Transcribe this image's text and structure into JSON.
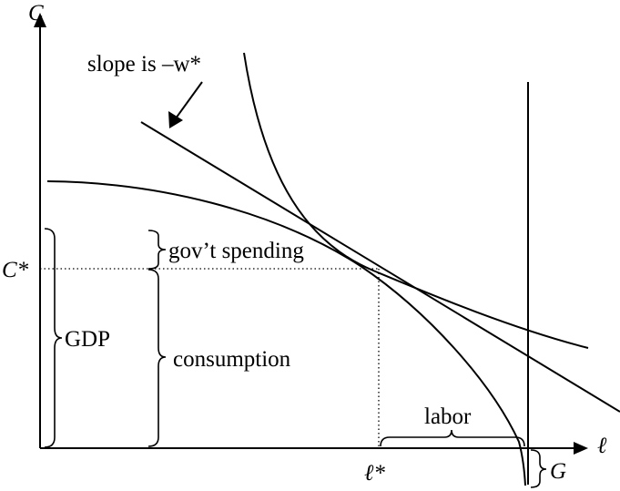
{
  "axes": {
    "y_label": "C",
    "x_label": "ℓ"
  },
  "annotations": {
    "slope_label": "slope is –w*",
    "c_star": "C*",
    "l_star": "ℓ*",
    "gov_spending": "gov’t spending",
    "gdp": "GDP",
    "consumption": "consumption",
    "labor": "labor",
    "g_label": "G"
  }
}
